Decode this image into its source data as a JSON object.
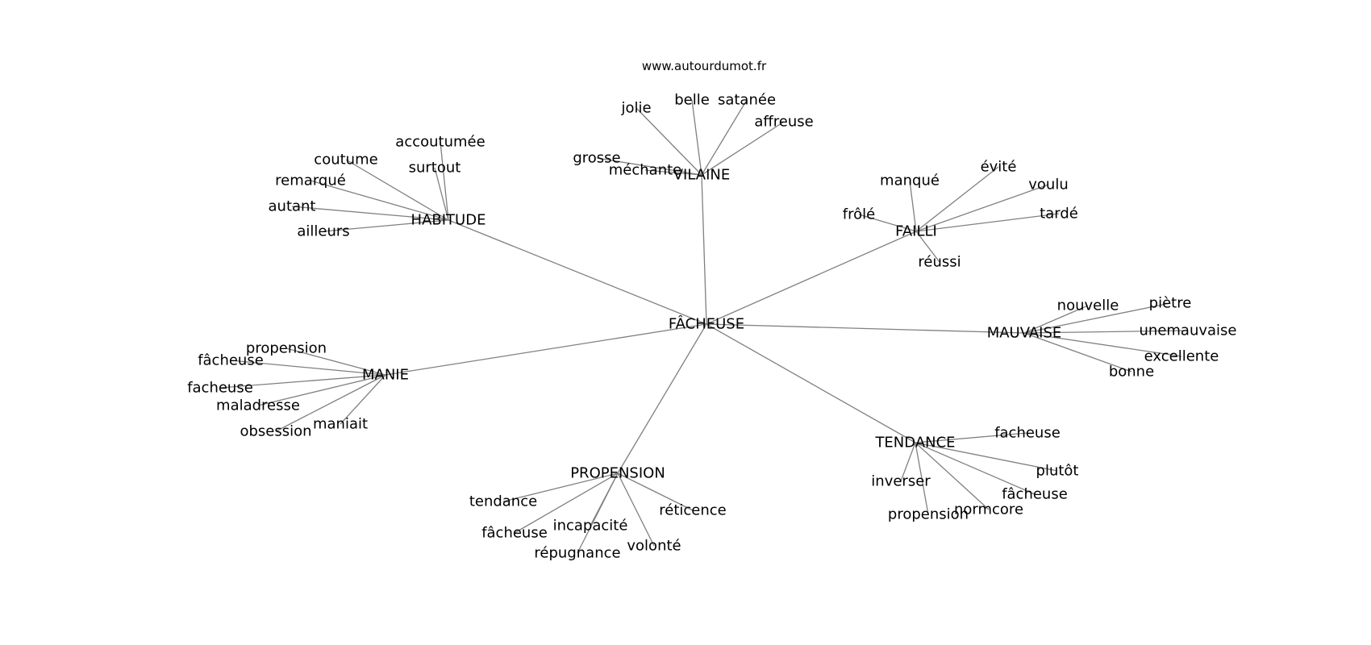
{
  "source": "www.autourdumot.fr",
  "center": "FÂCHEUSE",
  "groups": [
    {
      "hub": "VILAINE",
      "leaves": [
        "jolie",
        "belle",
        "satanée",
        "affreuse",
        "grosse",
        "méchante"
      ]
    },
    {
      "hub": "HABITUDE",
      "leaves": [
        "accoutumée",
        "coutume",
        "surtout",
        "remarqué",
        "autant",
        "ailleurs"
      ]
    },
    {
      "hub": "FAILLI",
      "leaves": [
        "évité",
        "manqué",
        "voulu",
        "frôlé",
        "tardé",
        "réussi"
      ]
    },
    {
      "hub": "MAUVAISE",
      "leaves": [
        "nouvelle",
        "piètre",
        "unemauvaise",
        "excellente",
        "bonne"
      ]
    },
    {
      "hub": "MANIE",
      "leaves": [
        "propension",
        "fâcheuse",
        "facheuse",
        "maladresse",
        "obsession",
        "maniait"
      ]
    },
    {
      "hub": "TENDANCE",
      "leaves": [
        "facheuse",
        "plutôt",
        "inverser",
        "fâcheuse",
        "normcore",
        "propension"
      ]
    },
    {
      "hub": "PROPENSION",
      "leaves": [
        "tendance",
        "réticence",
        "fâcheuse",
        "incapacité",
        "répugnance",
        "volonté"
      ]
    }
  ]
}
